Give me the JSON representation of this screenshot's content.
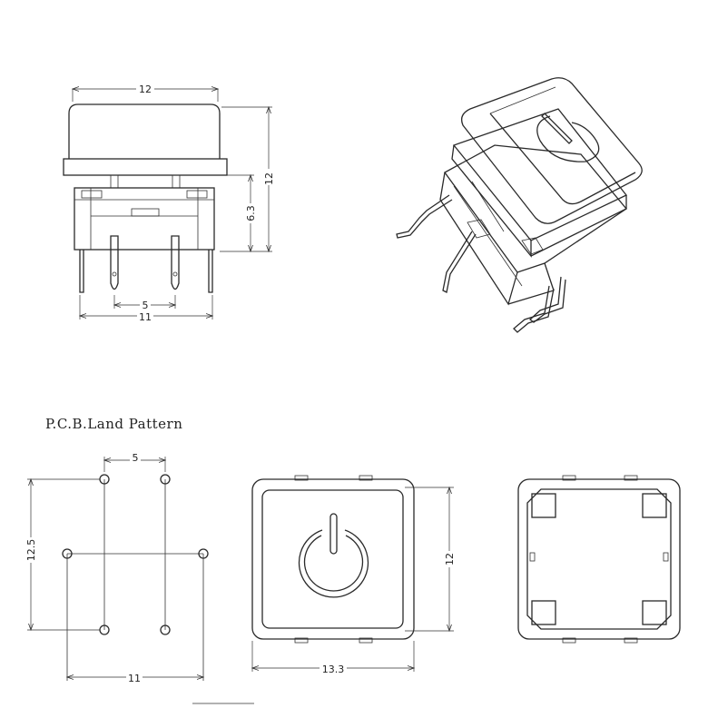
{
  "side_view": {
    "width_top": "12",
    "height_total": "12",
    "height_body": "6.3",
    "pin_pitch": "5",
    "width_bottom": "11"
  },
  "land_pattern": {
    "title": "P.C.B.Land Pattern",
    "pitch": "5",
    "height": "12.5",
    "width": "11"
  },
  "top_view": {
    "height": "12",
    "width": "13.3",
    "symbol": "power-icon"
  },
  "bottom_view": {}
}
